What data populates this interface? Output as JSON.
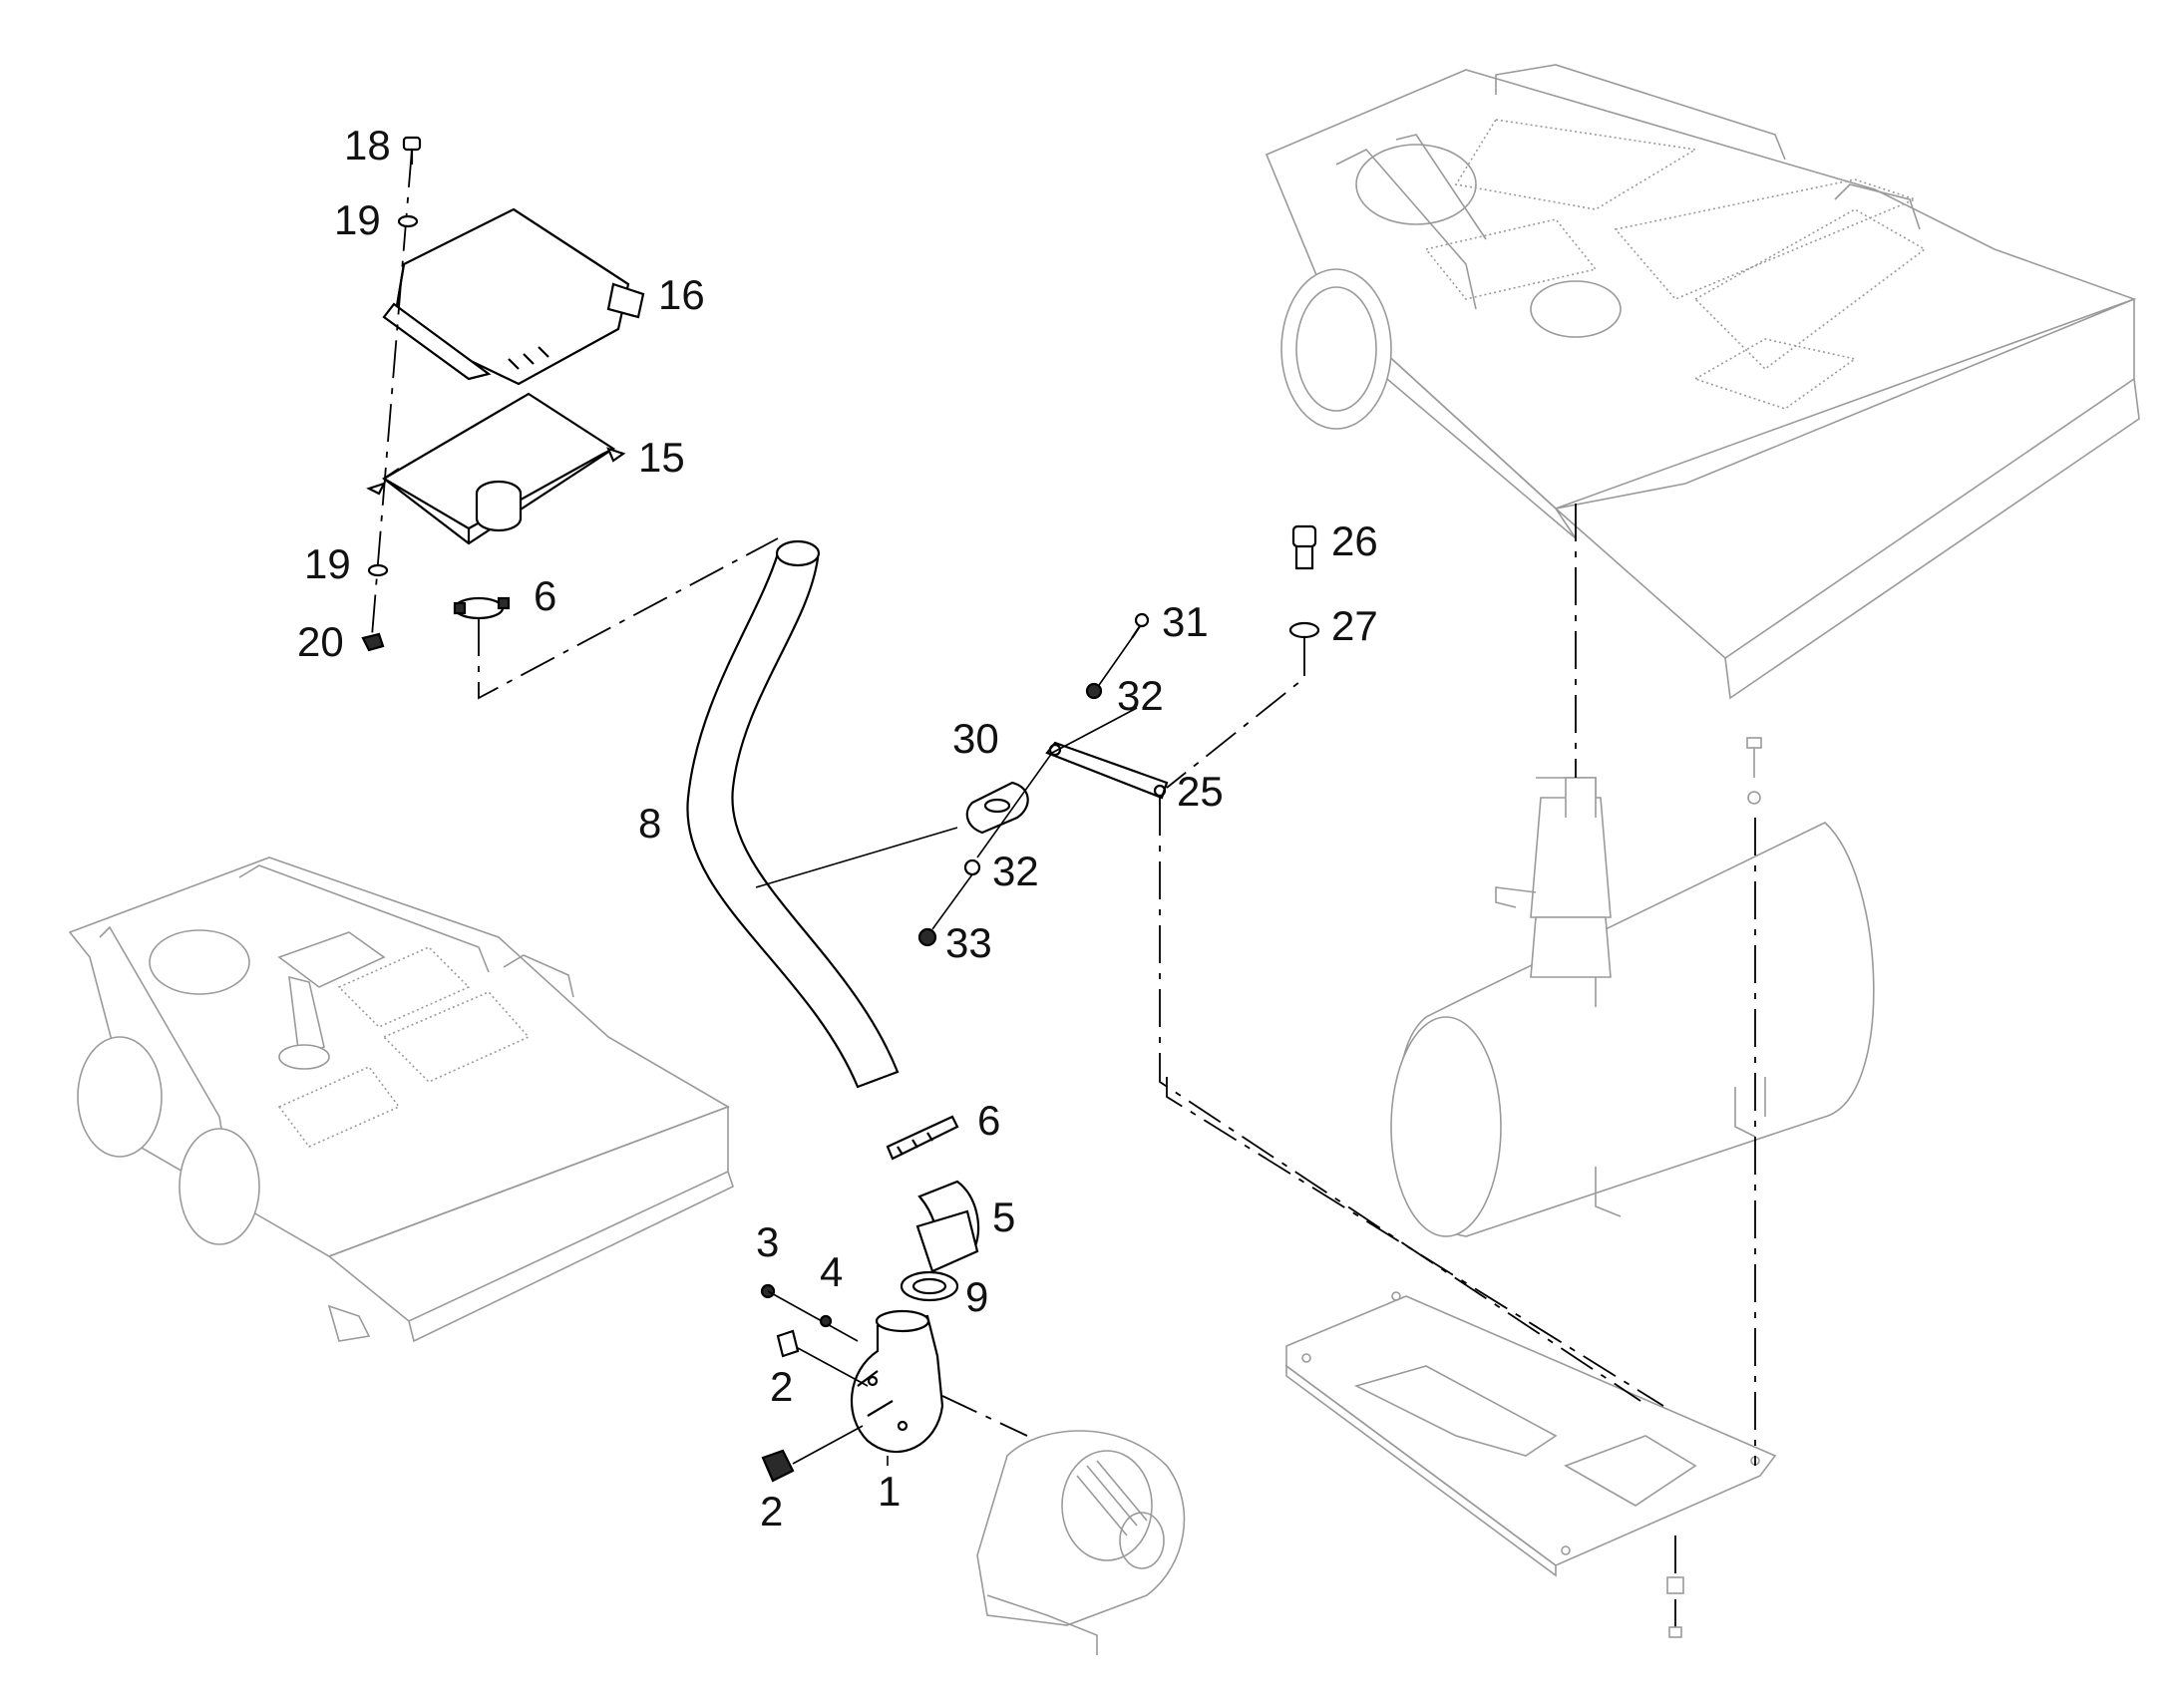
{
  "diagram": {
    "colors": {
      "line": "#000000",
      "context_line": "#9a9a9a",
      "background": "#ffffff",
      "text": "#111111"
    },
    "parts": [
      {
        "id": "1",
        "label": "1"
      },
      {
        "id": "2a",
        "label": "2"
      },
      {
        "id": "2b",
        "label": "2"
      },
      {
        "id": "3",
        "label": "3"
      },
      {
        "id": "4",
        "label": "4"
      },
      {
        "id": "5",
        "label": "5"
      },
      {
        "id": "6a",
        "label": "6"
      },
      {
        "id": "6b",
        "label": "6"
      },
      {
        "id": "8",
        "label": "8"
      },
      {
        "id": "9",
        "label": "9"
      },
      {
        "id": "15",
        "label": "15"
      },
      {
        "id": "16",
        "label": "16"
      },
      {
        "id": "18",
        "label": "18"
      },
      {
        "id": "19a",
        "label": "19"
      },
      {
        "id": "19b",
        "label": "19"
      },
      {
        "id": "20",
        "label": "20"
      },
      {
        "id": "25",
        "label": "25"
      },
      {
        "id": "26",
        "label": "26"
      },
      {
        "id": "27",
        "label": "27"
      },
      {
        "id": "30",
        "label": "30"
      },
      {
        "id": "31",
        "label": "31"
      },
      {
        "id": "32a",
        "label": "32"
      },
      {
        "id": "32b",
        "label": "32"
      },
      {
        "id": "33",
        "label": "33"
      }
    ],
    "icons": [
      "engine-hood-assembly",
      "alternator",
      "muffler",
      "mounting-plate",
      "air-filter-box",
      "intake-hose",
      "bracket"
    ]
  }
}
